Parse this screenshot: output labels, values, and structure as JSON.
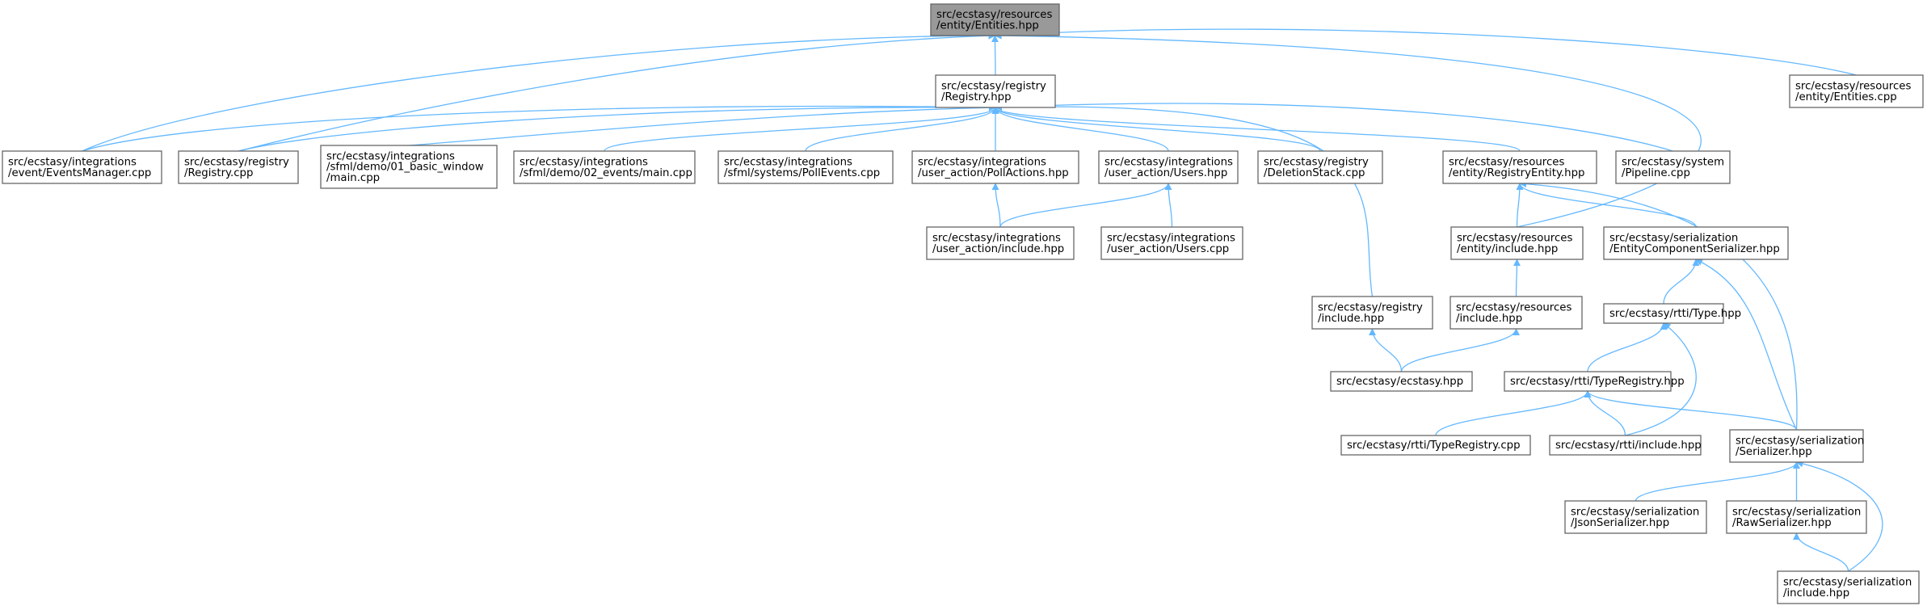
{
  "graph": {
    "root": "entities_hpp",
    "colors": {
      "edge": "#63b8ff",
      "node_border": "#666666",
      "root_fill": "#999999",
      "node_fill": "#ffffff"
    },
    "nodes": [
      {
        "id": "entities_hpp",
        "lines": [
          "src/ecstasy/resources",
          "/entity/Entities.hpp"
        ]
      },
      {
        "id": "registry_hpp",
        "lines": [
          "src/ecstasy/registry",
          "/Registry.hpp"
        ]
      },
      {
        "id": "entities_cpp",
        "lines": [
          "src/ecstasy/resources",
          "/entity/Entities.cpp"
        ]
      },
      {
        "id": "events_manager_cpp",
        "lines": [
          "src/ecstasy/integrations",
          "/event/EventsManager.cpp"
        ]
      },
      {
        "id": "registry_cpp",
        "lines": [
          "src/ecstasy/registry",
          "/Registry.cpp"
        ]
      },
      {
        "id": "basic_window_main",
        "lines": [
          "src/ecstasy/integrations",
          "/sfml/demo/01_basic_window",
          "/main.cpp"
        ]
      },
      {
        "id": "events_main",
        "lines": [
          "src/ecstasy/integrations",
          "/sfml/demo/02_events/main.cpp"
        ]
      },
      {
        "id": "poll_events_cpp",
        "lines": [
          "src/ecstasy/integrations",
          "/sfml/systems/PollEvents.cpp"
        ]
      },
      {
        "id": "poll_actions_hpp",
        "lines": [
          "src/ecstasy/integrations",
          "/user_action/PollActions.hpp"
        ]
      },
      {
        "id": "users_hpp",
        "lines": [
          "src/ecstasy/integrations",
          "/user_action/Users.hpp"
        ]
      },
      {
        "id": "deletion_stack_cpp",
        "lines": [
          "src/ecstasy/registry",
          "/DeletionStack.cpp"
        ]
      },
      {
        "id": "registry_entity_hpp",
        "lines": [
          "src/ecstasy/resources",
          "/entity/RegistryEntity.hpp"
        ]
      },
      {
        "id": "pipeline_cpp",
        "lines": [
          "src/ecstasy/system",
          "/Pipeline.cpp"
        ]
      },
      {
        "id": "user_action_include",
        "lines": [
          "src/ecstasy/integrations",
          "/user_action/include.hpp"
        ]
      },
      {
        "id": "users_cpp",
        "lines": [
          "src/ecstasy/integrations",
          "/user_action/Users.cpp"
        ]
      },
      {
        "id": "entity_include",
        "lines": [
          "src/ecstasy/resources",
          "/entity/include.hpp"
        ]
      },
      {
        "id": "ec_serializer_hpp",
        "lines": [
          "src/ecstasy/serialization",
          "/EntityComponentSerializer.hpp"
        ]
      },
      {
        "id": "registry_include",
        "lines": [
          "src/ecstasy/registry",
          "/include.hpp"
        ]
      },
      {
        "id": "resources_include",
        "lines": [
          "src/ecstasy/resources",
          "/include.hpp"
        ]
      },
      {
        "id": "type_hpp",
        "lines": [
          "src/ecstasy/rtti/Type.hpp"
        ]
      },
      {
        "id": "ecstasy_hpp",
        "lines": [
          "src/ecstasy/ecstasy.hpp"
        ]
      },
      {
        "id": "type_registry_hpp",
        "lines": [
          "src/ecstasy/rtti/TypeRegistry.hpp"
        ]
      },
      {
        "id": "type_registry_cpp",
        "lines": [
          "src/ecstasy/rtti/TypeRegistry.cpp"
        ]
      },
      {
        "id": "rtti_include",
        "lines": [
          "src/ecstasy/rtti/include.hpp"
        ]
      },
      {
        "id": "serializer_hpp",
        "lines": [
          "src/ecstasy/serialization",
          "/Serializer.hpp"
        ]
      },
      {
        "id": "json_serializer_hpp",
        "lines": [
          "src/ecstasy/serialization",
          "/JsonSerializer.hpp"
        ]
      },
      {
        "id": "raw_serializer_hpp",
        "lines": [
          "src/ecstasy/serialization",
          "/RawSerializer.hpp"
        ]
      },
      {
        "id": "serialization_include",
        "lines": [
          "src/ecstasy/serialization",
          "/include.hpp"
        ]
      }
    ],
    "edges": [
      {
        "from": "registry_hpp",
        "to": "entities_hpp"
      },
      {
        "from": "events_manager_cpp",
        "to": "entities_hpp"
      },
      {
        "from": "registry_cpp",
        "to": "entities_hpp"
      },
      {
        "from": "entities_cpp",
        "to": "entities_hpp"
      },
      {
        "from": "entity_include",
        "to": "entities_hpp"
      },
      {
        "from": "events_manager_cpp",
        "to": "registry_hpp"
      },
      {
        "from": "registry_cpp",
        "to": "registry_hpp"
      },
      {
        "from": "basic_window_main",
        "to": "registry_hpp"
      },
      {
        "from": "events_main",
        "to": "registry_hpp"
      },
      {
        "from": "poll_events_cpp",
        "to": "registry_hpp"
      },
      {
        "from": "poll_actions_hpp",
        "to": "registry_hpp"
      },
      {
        "from": "users_hpp",
        "to": "registry_hpp"
      },
      {
        "from": "deletion_stack_cpp",
        "to": "registry_hpp"
      },
      {
        "from": "registry_entity_hpp",
        "to": "registry_hpp"
      },
      {
        "from": "pipeline_cpp",
        "to": "registry_hpp"
      },
      {
        "from": "registry_include",
        "to": "registry_hpp"
      },
      {
        "from": "user_action_include",
        "to": "poll_actions_hpp"
      },
      {
        "from": "user_action_include",
        "to": "users_hpp"
      },
      {
        "from": "users_cpp",
        "to": "users_hpp"
      },
      {
        "from": "entity_include",
        "to": "registry_entity_hpp"
      },
      {
        "from": "ec_serializer_hpp",
        "to": "registry_entity_hpp"
      },
      {
        "from": "serializer_hpp",
        "to": "registry_entity_hpp"
      },
      {
        "from": "resources_include",
        "to": "entity_include"
      },
      {
        "from": "type_hpp",
        "to": "ec_serializer_hpp"
      },
      {
        "from": "serializer_hpp",
        "to": "ec_serializer_hpp"
      },
      {
        "from": "ecstasy_hpp",
        "to": "registry_include"
      },
      {
        "from": "ecstasy_hpp",
        "to": "resources_include"
      },
      {
        "from": "type_registry_hpp",
        "to": "type_hpp"
      },
      {
        "from": "rtti_include",
        "to": "type_hpp"
      },
      {
        "from": "type_registry_cpp",
        "to": "type_registry_hpp"
      },
      {
        "from": "rtti_include",
        "to": "type_registry_hpp"
      },
      {
        "from": "serializer_hpp",
        "to": "type_registry_hpp"
      },
      {
        "from": "json_serializer_hpp",
        "to": "serializer_hpp"
      },
      {
        "from": "raw_serializer_hpp",
        "to": "serializer_hpp"
      },
      {
        "from": "serialization_include",
        "to": "serializer_hpp"
      },
      {
        "from": "serialization_include",
        "to": "raw_serializer_hpp"
      }
    ]
  }
}
